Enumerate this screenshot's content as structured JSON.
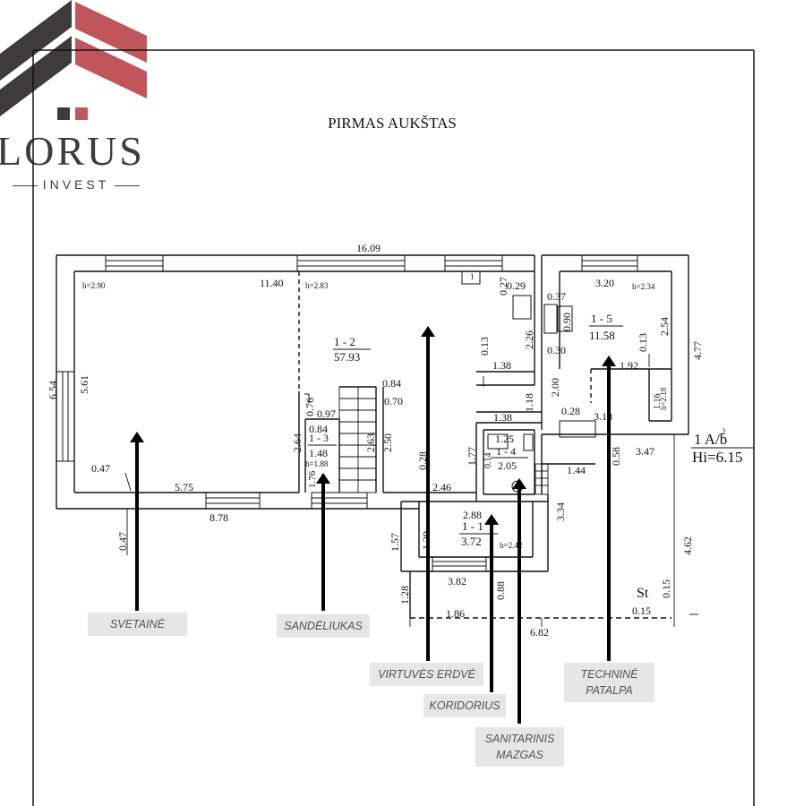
{
  "brand": {
    "name": "LORUS",
    "sub": "INVEST"
  },
  "title": "PIRMAS AUKŠTAS",
  "rooms": [
    {
      "code": "1 - 2",
      "area": "57.93"
    },
    {
      "code": "1 - 3",
      "area": "1.48"
    },
    {
      "code": "1 - 4",
      "area": "2.05"
    },
    {
      "code": "1 - 1",
      "area": "3.72"
    },
    {
      "code": "1 - 5",
      "area": "11.58"
    }
  ],
  "heights": [
    "h=2.90",
    "h=2.83",
    "h=2.34",
    "h=2.18",
    "h=1.88",
    "h=2.42"
  ],
  "dims": [
    "16.09",
    "11.40",
    "0.27",
    "0.29",
    "3.20",
    "0.37",
    "0.90",
    "0.30",
    "2.54",
    "2.26",
    "0.13",
    "1.38",
    "0.13",
    "1.92",
    "4.77",
    "1.16",
    "2.00",
    "1.18",
    "1.38",
    "0.28",
    "3.18",
    "0.84",
    "0.70",
    "0.76",
    "0.97",
    "0.84",
    "2.63",
    "2.50",
    "2.64",
    "1.25",
    "1.77",
    "1.44",
    "0.58",
    "3.47",
    "0.28",
    "2.46",
    "6.54",
    "5.61",
    "0.47",
    "5.75",
    "1.76",
    "8.78",
    "0.47",
    "2.88",
    "1.29",
    "1.57",
    "3.34",
    "4.62",
    "3.82",
    "0.88",
    "1.28",
    "1.86",
    "6.82",
    "0.15",
    "0.15",
    "1",
    "0.14"
  ],
  "stamp": {
    "line1": "1 A/b",
    "sup": "2",
    "line2": "Hi=6.15",
    "st": "St"
  },
  "labels": [
    "SVETAINĖ",
    "SANDĖLIUKAS",
    "VIRTUVĖS ERDVĖ",
    "KORIDORIUS",
    "SANITARINIS MAZGAS",
    "TECHNINĖ PATALPA"
  ]
}
